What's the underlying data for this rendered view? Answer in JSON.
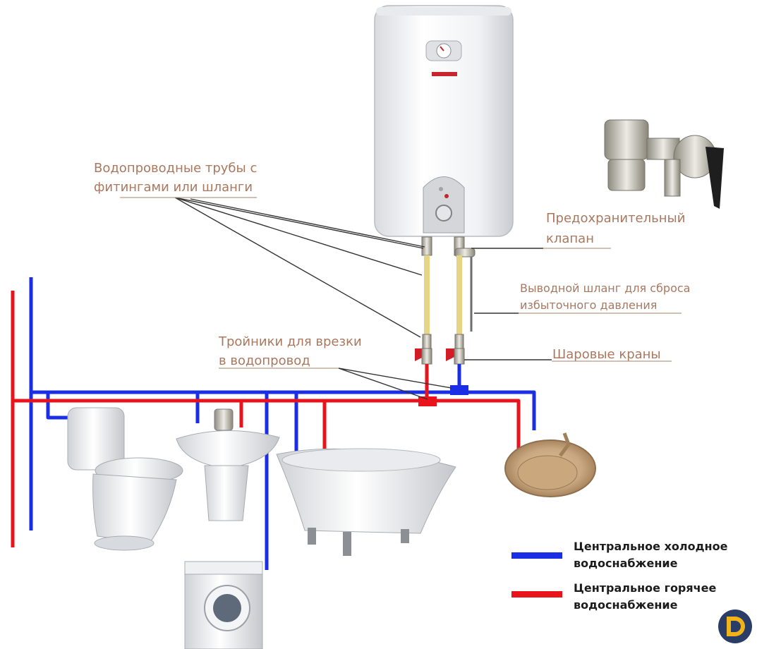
{
  "labels": {
    "pipes_line1": "Водопроводные трубы с",
    "pipes_line2": "фитингами или шланги",
    "valve_line1": "Предохранительный",
    "valve_line2": "клапан",
    "hose_line1": "Выводной шланг для сброса",
    "hose_line2": "избыточного давления",
    "tees_line1": "Тройники для врезки",
    "tees_line2": "в водопровод",
    "ball_valves": "Шаровые краны"
  },
  "legend": {
    "cold_line1": "Центральное холодное",
    "cold_line2": "водоснабжение",
    "hot_line1": "Центральное горячее",
    "hot_line2": "водоснабжение"
  },
  "colors": {
    "cold": "#1a2ee6",
    "hot": "#e8131b",
    "label": "#a9785f",
    "leader": "#333333",
    "underline": "#b89a87"
  },
  "icons": {
    "heater": "water-heater-icon",
    "safety_valve": "safety-valve-icon",
    "toilet": "toilet-icon",
    "washbasin": "washbasin-icon",
    "bathtub": "bathtub-icon",
    "kitchen_sink": "kitchen-sink-icon",
    "washing_machine": "washing-machine-icon",
    "logo": "brand-logo-icon"
  }
}
